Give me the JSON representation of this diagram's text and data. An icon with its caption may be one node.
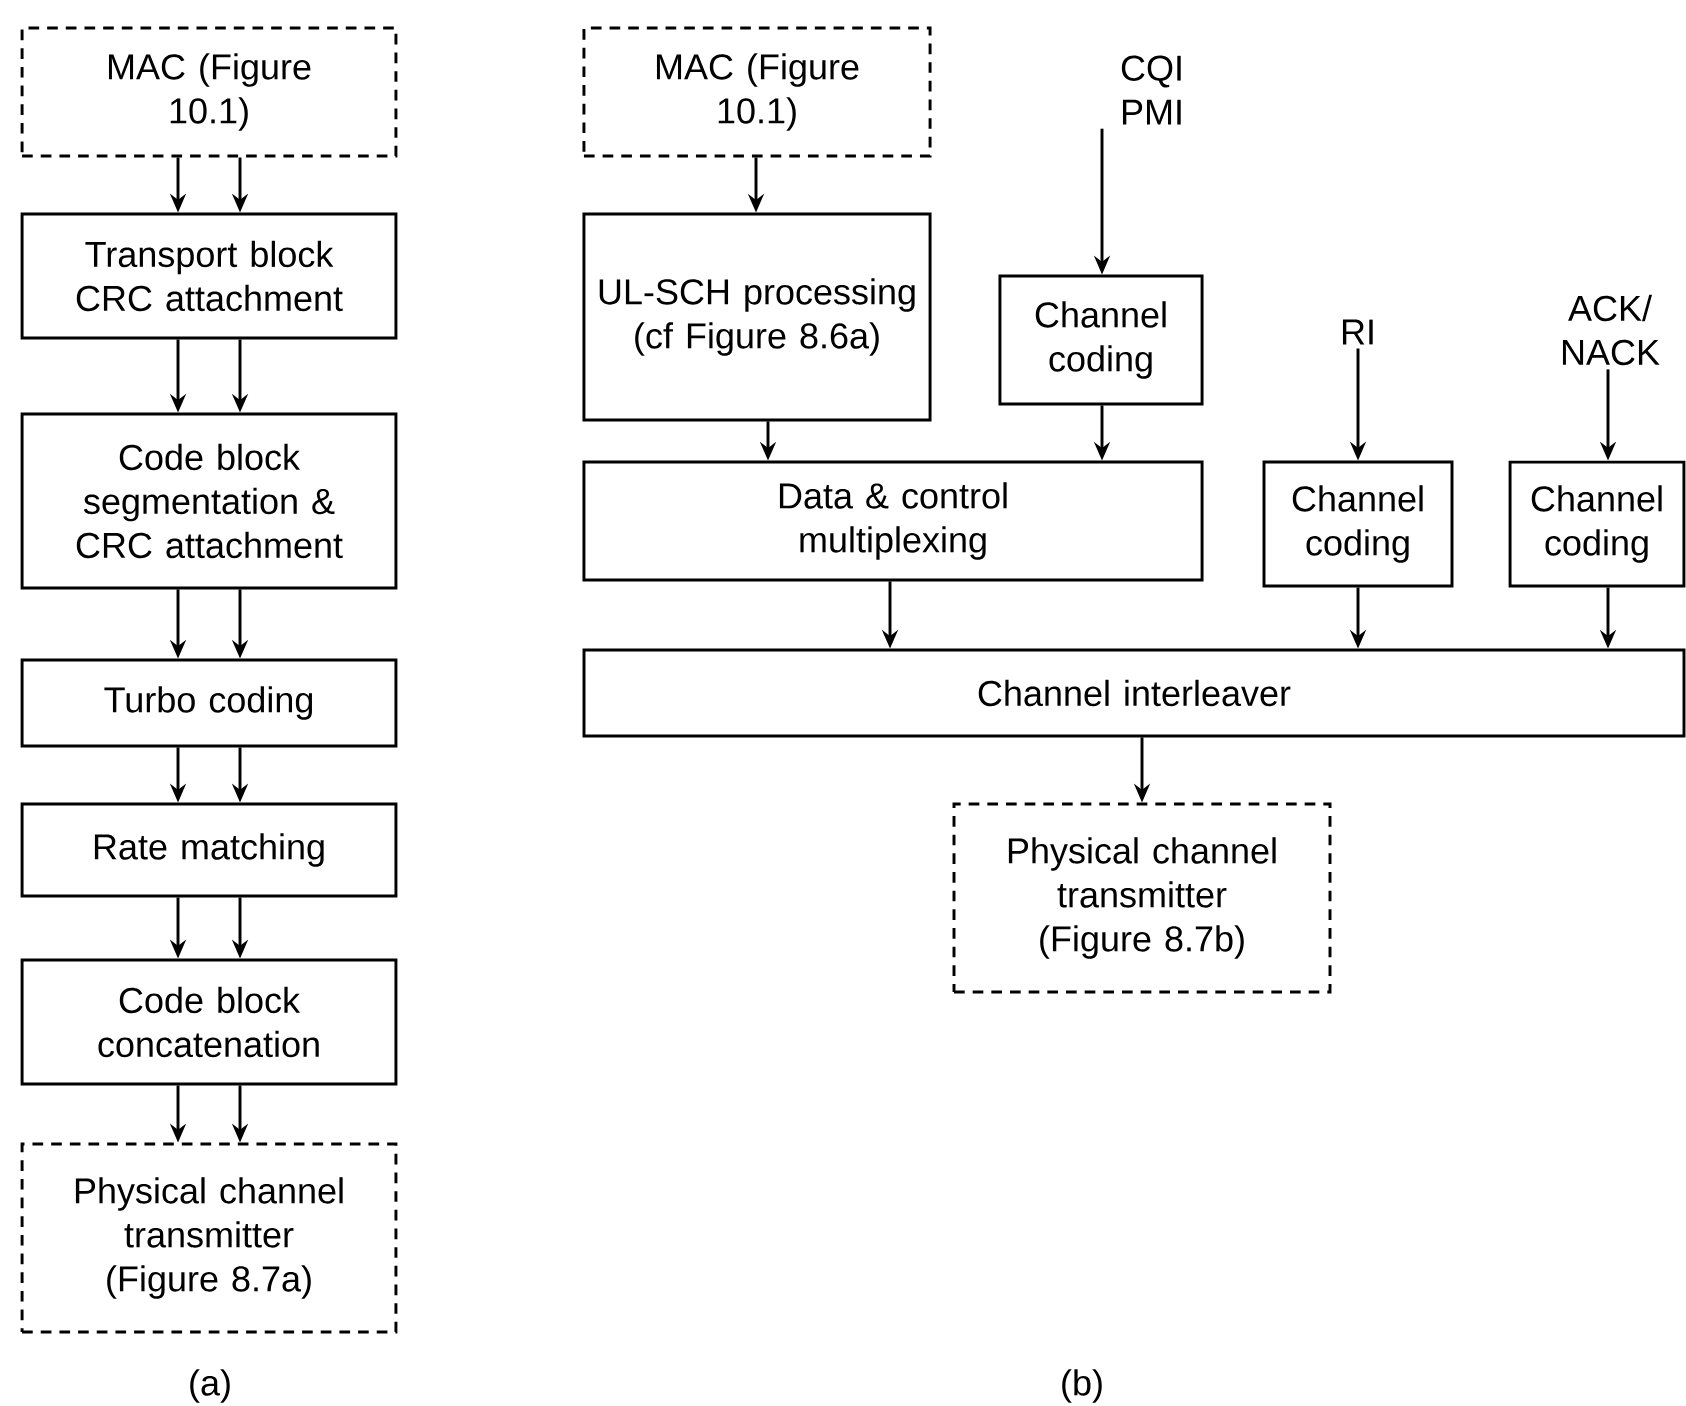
{
  "diagram": {
    "nodes": [
      {
        "text": [
          "MAC (Figure 10.1)"
        ]
      },
      {
        "text": [
          "Transport block CRC attachment"
        ]
      },
      {
        "text": [
          "Code block segmentation & CRC attachment"
        ]
      },
      {
        "text": [
          "Turbo coding"
        ]
      },
      {
        "text": [
          "Rate matching"
        ]
      },
      {
        "text": [
          "Code block concatenation"
        ]
      },
      {
        "text": [
          "Physical channel transmitter (Figure 8.7a)"
        ]
      },
      {
        "text": [
          "MAC (Figure 10.1)"
        ]
      },
      {
        "text": [
          "UL-SCH processing (cf Figure 8.6a)"
        ]
      },
      {
        "text": [
          "CQI PMI"
        ]
      },
      {
        "text": [
          "Channel coding"
        ]
      },
      {
        "text": [
          "RI"
        ]
      },
      {
        "text": [
          "ACK/ NACK"
        ]
      },
      {
        "text": [
          "Data & control multiplexing"
        ]
      },
      {
        "text": [
          "Channel coding"
        ]
      },
      {
        "text": [
          "Channel coding"
        ]
      },
      {
        "text": [
          "Channel interleaver"
        ]
      },
      {
        "text": [
          "Physical channel transmitter (Figure 8.7b)"
        ]
      }
    ],
    "edges": [
      {
        "from": 0,
        "to": 1,
        "arrow": "to"
      },
      {
        "from": 0,
        "to": 1,
        "arrow": "to"
      },
      {
        "from": 1,
        "to": 2,
        "arrow": "to"
      },
      {
        "from": 1,
        "to": 2,
        "arrow": "to"
      },
      {
        "from": 2,
        "to": 3,
        "arrow": "to"
      },
      {
        "from": 2,
        "to": 3,
        "arrow": "to"
      },
      {
        "from": 3,
        "to": 4,
        "arrow": "to"
      },
      {
        "from": 3,
        "to": 4,
        "arrow": "to"
      },
      {
        "from": 4,
        "to": 5,
        "arrow": "to"
      },
      {
        "from": 4,
        "to": 5,
        "arrow": "to"
      },
      {
        "from": 5,
        "to": 6,
        "arrow": "to"
      },
      {
        "from": 5,
        "to": 6,
        "arrow": "to"
      },
      {
        "from": 7,
        "to": 8,
        "arrow": "to"
      },
      {
        "from": 9,
        "to": 10,
        "arrow": "to"
      },
      {
        "from": 8,
        "to": 13,
        "arrow": "to"
      },
      {
        "from": 10,
        "to": 13,
        "arrow": "to"
      },
      {
        "from": 11,
        "to": 14,
        "arrow": "to"
      },
      {
        "from": 12,
        "to": 15,
        "arrow": "to"
      },
      {
        "from": 13,
        "to": 16,
        "arrow": "to"
      },
      {
        "from": 14,
        "to": 16,
        "arrow": "to"
      },
      {
        "from": 15,
        "to": 16,
        "arrow": "to"
      },
      {
        "from": 16,
        "to": 17,
        "arrow": "to"
      }
    ],
    "labels": [
      "(a)",
      "(b)"
    ]
  }
}
